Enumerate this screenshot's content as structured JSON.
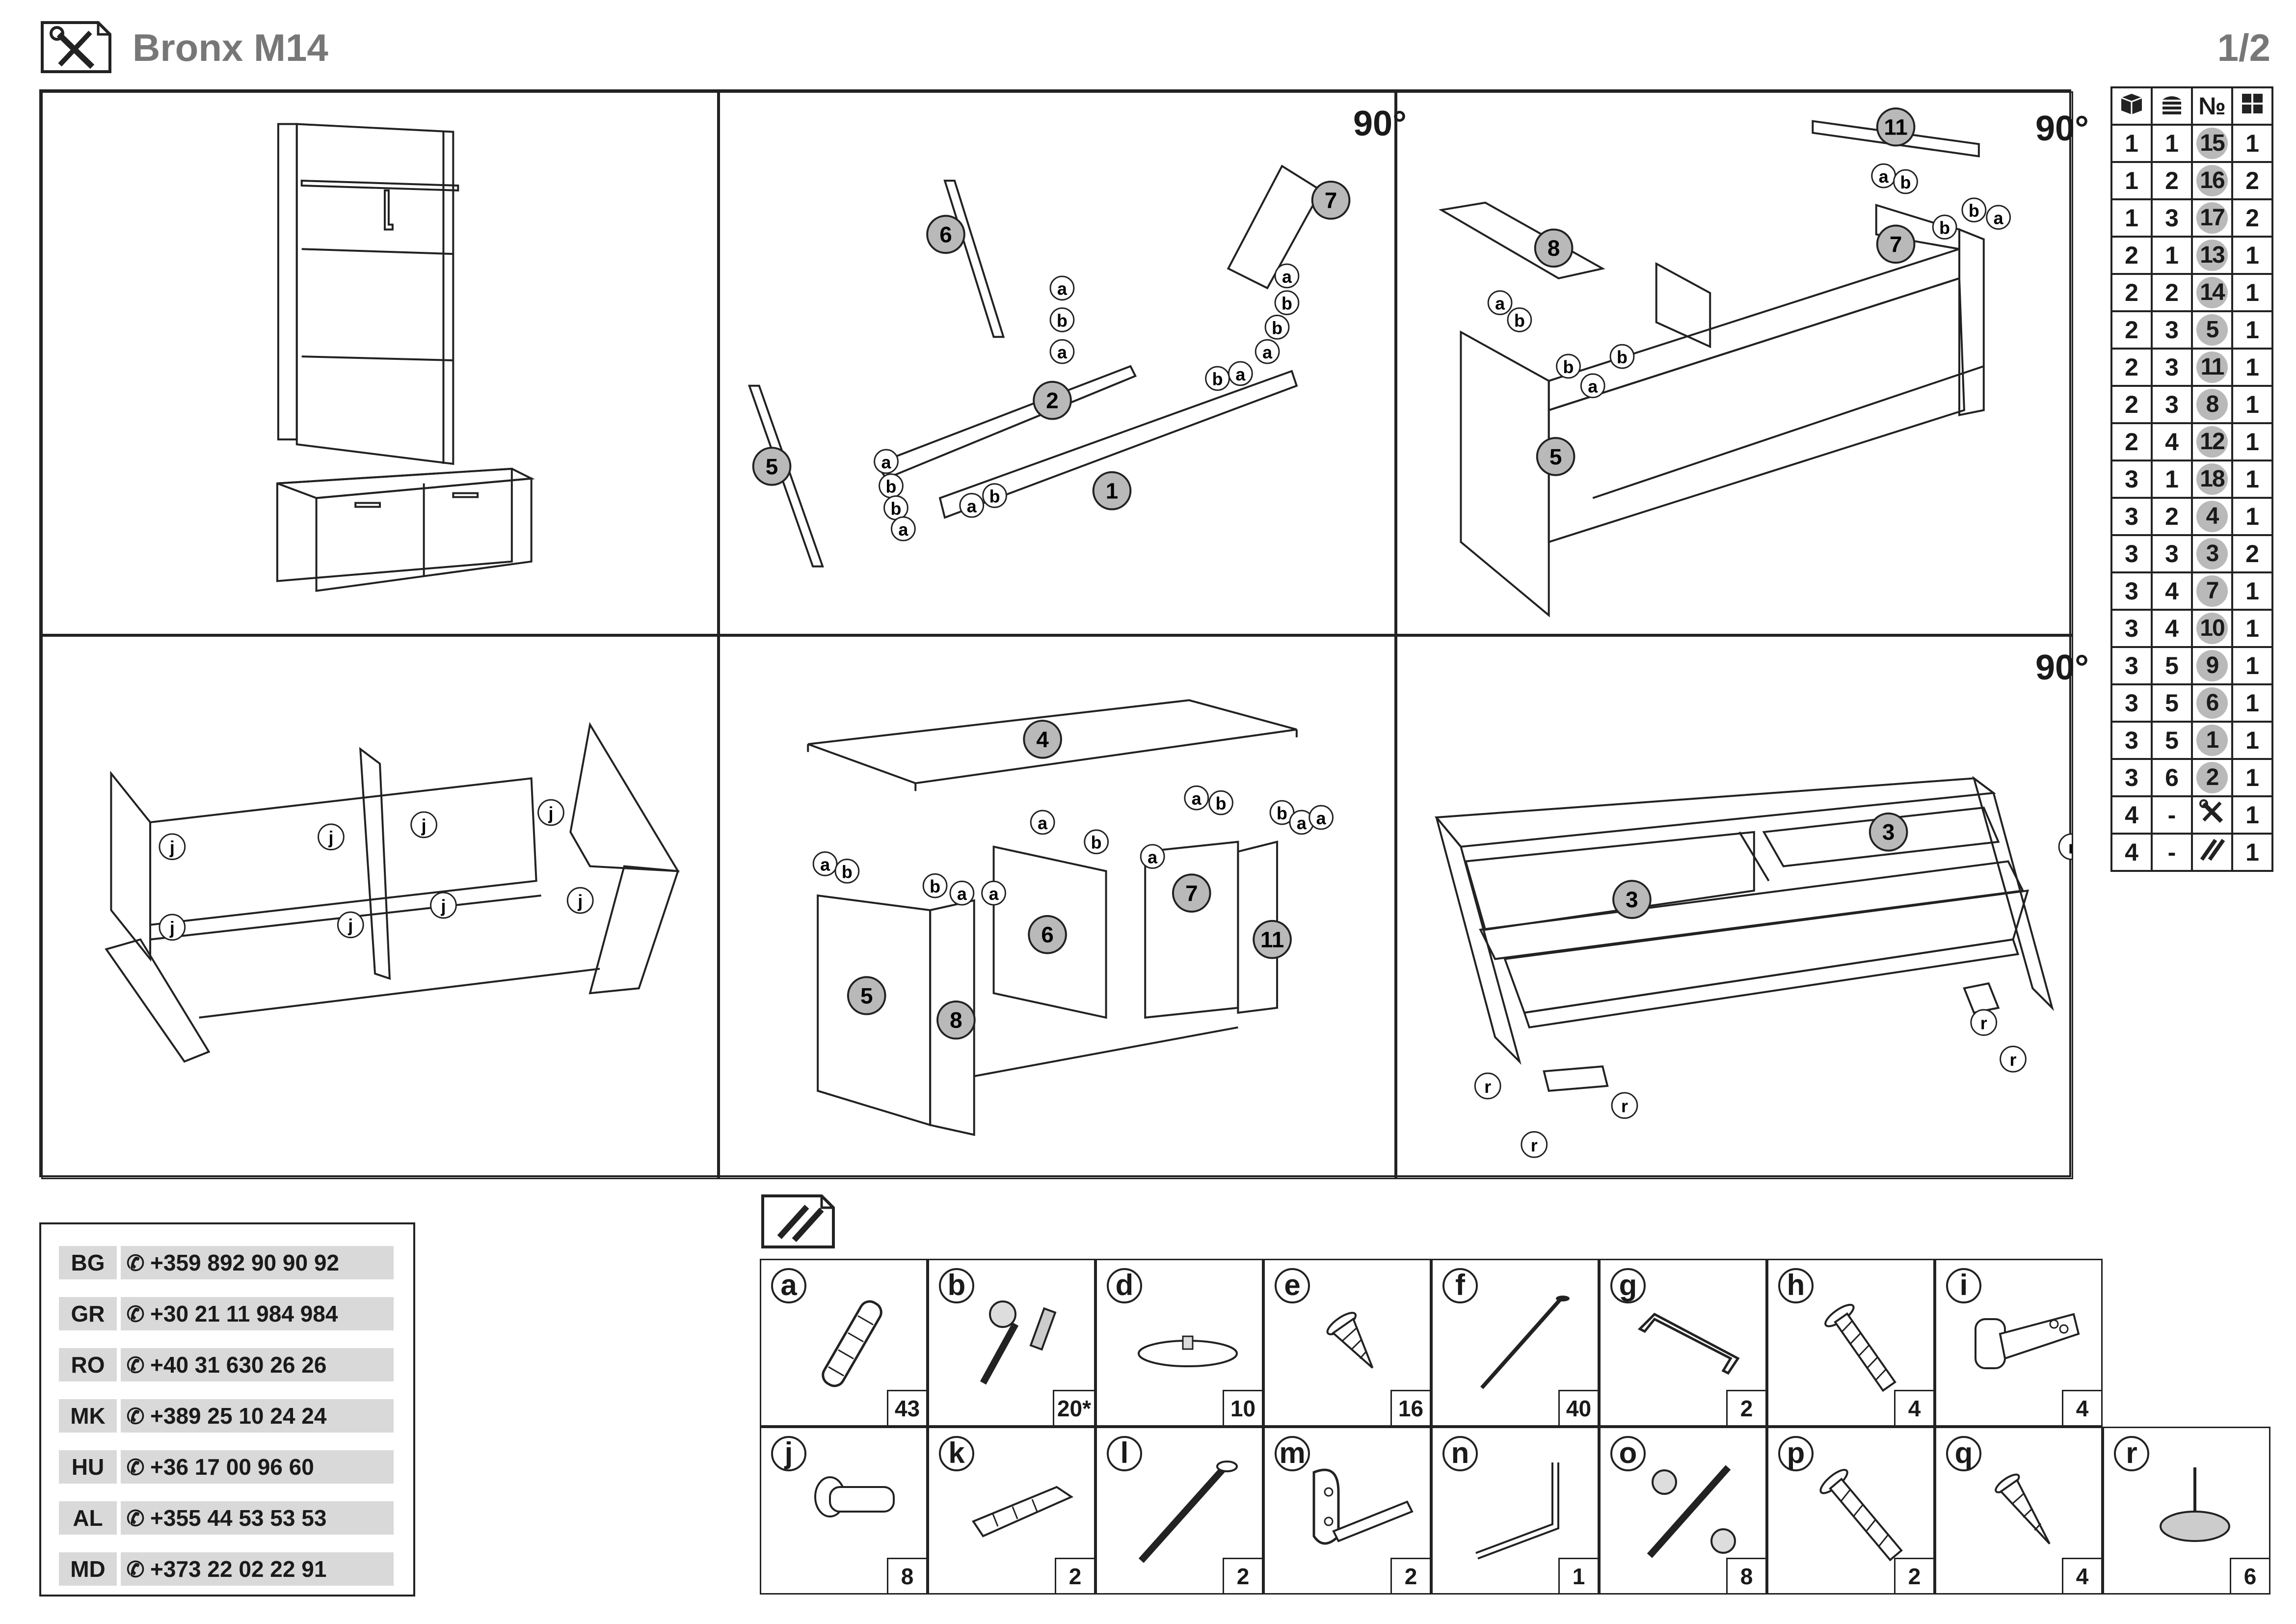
{
  "header": {
    "title": "Bronx M14",
    "page": "1/2",
    "icon": "tools-icon"
  },
  "steps": {
    "rotate_label": "90°",
    "step2_labels": {
      "parts": [
        "6",
        "7",
        "2",
        "5",
        "1"
      ],
      "a": "a",
      "b": "b"
    },
    "step3_labels": {
      "parts": [
        "11",
        "8",
        "7",
        "5"
      ]
    },
    "step4_labels": {
      "j": "j"
    },
    "step5_labels": {
      "parts": [
        "4",
        "5",
        "8",
        "6",
        "7",
        "11"
      ]
    },
    "step6_labels": {
      "parts": [
        "3",
        "3"
      ],
      "r": "r"
    }
  },
  "parts_table": {
    "header_icons": [
      "box-icon",
      "stack-icon",
      "number-sign",
      "grid-icon"
    ],
    "header_number_label": "№",
    "rows": [
      [
        "1",
        "1",
        "15",
        "1"
      ],
      [
        "1",
        "2",
        "16",
        "2"
      ],
      [
        "1",
        "3",
        "17",
        "2"
      ],
      [
        "2",
        "1",
        "13",
        "1"
      ],
      [
        "2",
        "2",
        "14",
        "1"
      ],
      [
        "2",
        "3",
        "5",
        "1"
      ],
      [
        "2",
        "3",
        "11",
        "1"
      ],
      [
        "2",
        "3",
        "8",
        "1"
      ],
      [
        "2",
        "4",
        "12",
        "1"
      ],
      [
        "3",
        "1",
        "18",
        "1"
      ],
      [
        "3",
        "2",
        "4",
        "1"
      ],
      [
        "3",
        "3",
        "3",
        "2"
      ],
      [
        "3",
        "4",
        "7",
        "1"
      ],
      [
        "3",
        "4",
        "10",
        "1"
      ],
      [
        "3",
        "5",
        "9",
        "1"
      ],
      [
        "3",
        "5",
        "6",
        "1"
      ],
      [
        "3",
        "5",
        "1",
        "1"
      ],
      [
        "3",
        "6",
        "2",
        "1"
      ],
      [
        "4",
        "-",
        "tools-icon",
        "1"
      ],
      [
        "4",
        "-",
        "fittings-icon",
        "1"
      ]
    ]
  },
  "phones": [
    {
      "country": "BG",
      "number": "+359 892 90 90 92"
    },
    {
      "country": "GR",
      "number": "+30 21 11 984 984"
    },
    {
      "country": "RO",
      "number": "+40 31 630 26 26"
    },
    {
      "country": "MK",
      "number": "+389 25 10 24 24"
    },
    {
      "country": "HU",
      "number": "+36 17 00 96 60"
    },
    {
      "country": "AL",
      "number": "+355 44 53 53 53"
    },
    {
      "country": "MD",
      "number": "+373 22 02 22 91"
    }
  ],
  "hardware": [
    {
      "letter": "a",
      "qty": "43",
      "icon": "wood-dowel-icon"
    },
    {
      "letter": "b",
      "qty": "20*",
      "icon": "cam-lock-icon"
    },
    {
      "letter": "d",
      "qty": "10",
      "icon": "felt-pad-icon"
    },
    {
      "letter": "e",
      "qty": "16",
      "icon": "short-screw-icon"
    },
    {
      "letter": "f",
      "qty": "40",
      "icon": "nail-icon"
    },
    {
      "letter": "g",
      "qty": "2",
      "icon": "handle-icon"
    },
    {
      "letter": "h",
      "qty": "4",
      "icon": "bolt-icon"
    },
    {
      "letter": "i",
      "qty": "4",
      "icon": "hinge-icon"
    },
    {
      "letter": "j",
      "qty": "8",
      "icon": "shelf-pin-icon"
    },
    {
      "letter": "k",
      "qty": "2",
      "icon": "wall-plug-icon"
    },
    {
      "letter": "l",
      "qty": "2",
      "icon": "long-screw-icon"
    },
    {
      "letter": "m",
      "qty": "2",
      "icon": "hook-icon"
    },
    {
      "letter": "n",
      "qty": "1",
      "icon": "allen-key-icon"
    },
    {
      "letter": "o",
      "qty": "8",
      "icon": "connector-bolt-icon"
    },
    {
      "letter": "p",
      "qty": "2",
      "icon": "countersunk-bolt-icon"
    },
    {
      "letter": "q",
      "qty": "4",
      "icon": "small-screw-icon"
    },
    {
      "letter": "r",
      "qty": "6",
      "icon": "foot-glide-icon"
    }
  ]
}
